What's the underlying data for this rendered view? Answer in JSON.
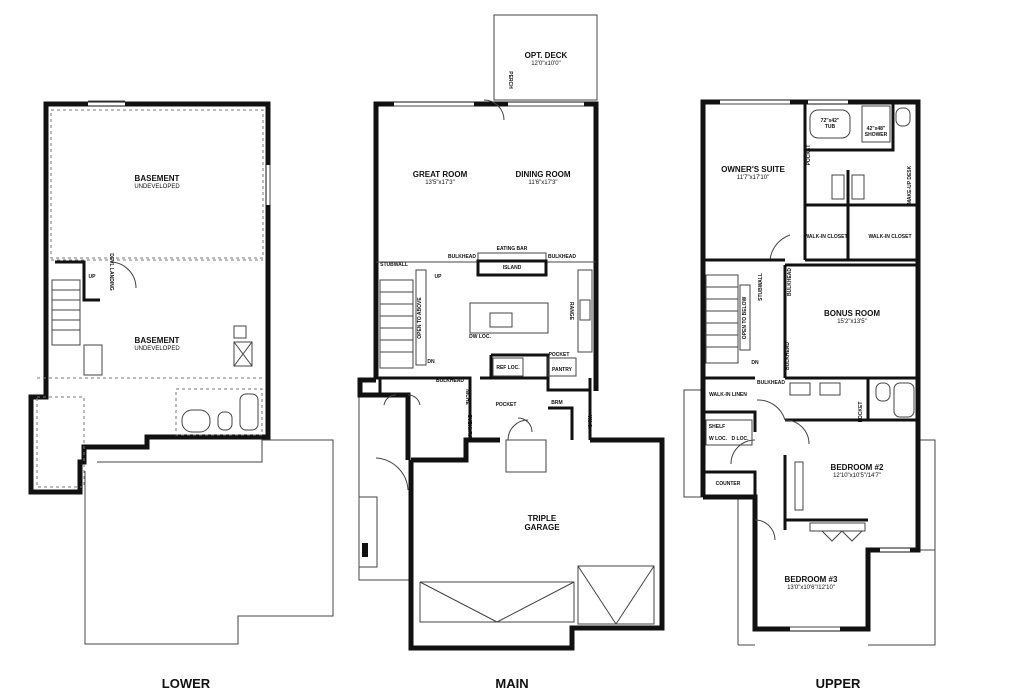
{
  "floors": {
    "lower": {
      "title": "LOWER",
      "basement_upper": {
        "name": "BASEMENT",
        "sub": "UNDEVELOPED"
      },
      "basement_lower": {
        "name": "BASEMENT",
        "sub": "UNDEVELOPED"
      },
      "up": "UP",
      "landing": "DEVL LANDING"
    },
    "main": {
      "title": "MAIN",
      "deck": {
        "name": "OPT. DECK",
        "dims": "12'0\"x10'0\""
      },
      "perch": "PERCH",
      "great_room": {
        "name": "GREAT ROOM",
        "dims": "13'5\"x17'3\""
      },
      "dining_room": {
        "name": "DINING ROOM",
        "dims": "11'6\"x17'3\""
      },
      "eating_bar": "EATING BAR",
      "island": "ISLAND",
      "bulkhead": "BULKHEAD",
      "stubwall": "STUBWALL",
      "open_to_above": "OPEN TO ABOVE",
      "up": "UP",
      "dn": "DN",
      "dw_loc": "DW LOC.",
      "range": "RANGE",
      "pocket": "POCKET",
      "ref_loc": "REF LOC.",
      "pantry": "PANTRY",
      "niche": "NICHE",
      "brm": "BRM",
      "wic": "W.I.C.",
      "garage": {
        "name": "TRIPLE",
        "sub": "GARAGE"
      }
    },
    "upper": {
      "title": "UPPER",
      "owners_suite": {
        "name": "OWNER'S SUITE",
        "dims": "11'7\"x17'10\""
      },
      "tub": {
        "size": "72\"x42\"",
        "label": "TUB"
      },
      "shower": {
        "size": "42\"x48\"",
        "label": "SHOWER"
      },
      "pocket": "POCKET",
      "makeup_desk": "MAKE-UP DESK",
      "walkin_closet": "WALK-IN CLOSET",
      "bonus_room": {
        "name": "BONUS ROOM",
        "dims": "15'2\"x13'5\""
      },
      "stubwall": "STUBWALL",
      "open_to_below": "OPEN TO BELOW",
      "bulkhead": "BULKHEAD",
      "dn": "DN",
      "walkin_linen": "WALK-IN LINEN",
      "shelf": "SHELF",
      "w_loc": "W LOC.",
      "d_loc": "D LOC.",
      "counter": "COUNTER",
      "bedroom2": {
        "name": "BEDROOM #2",
        "dims": "12'10\"x10'5\"/14'7\""
      },
      "bedroom3": {
        "name": "BEDROOM #3",
        "dims": "13'0\"x10'6\"/12'10\""
      }
    }
  }
}
